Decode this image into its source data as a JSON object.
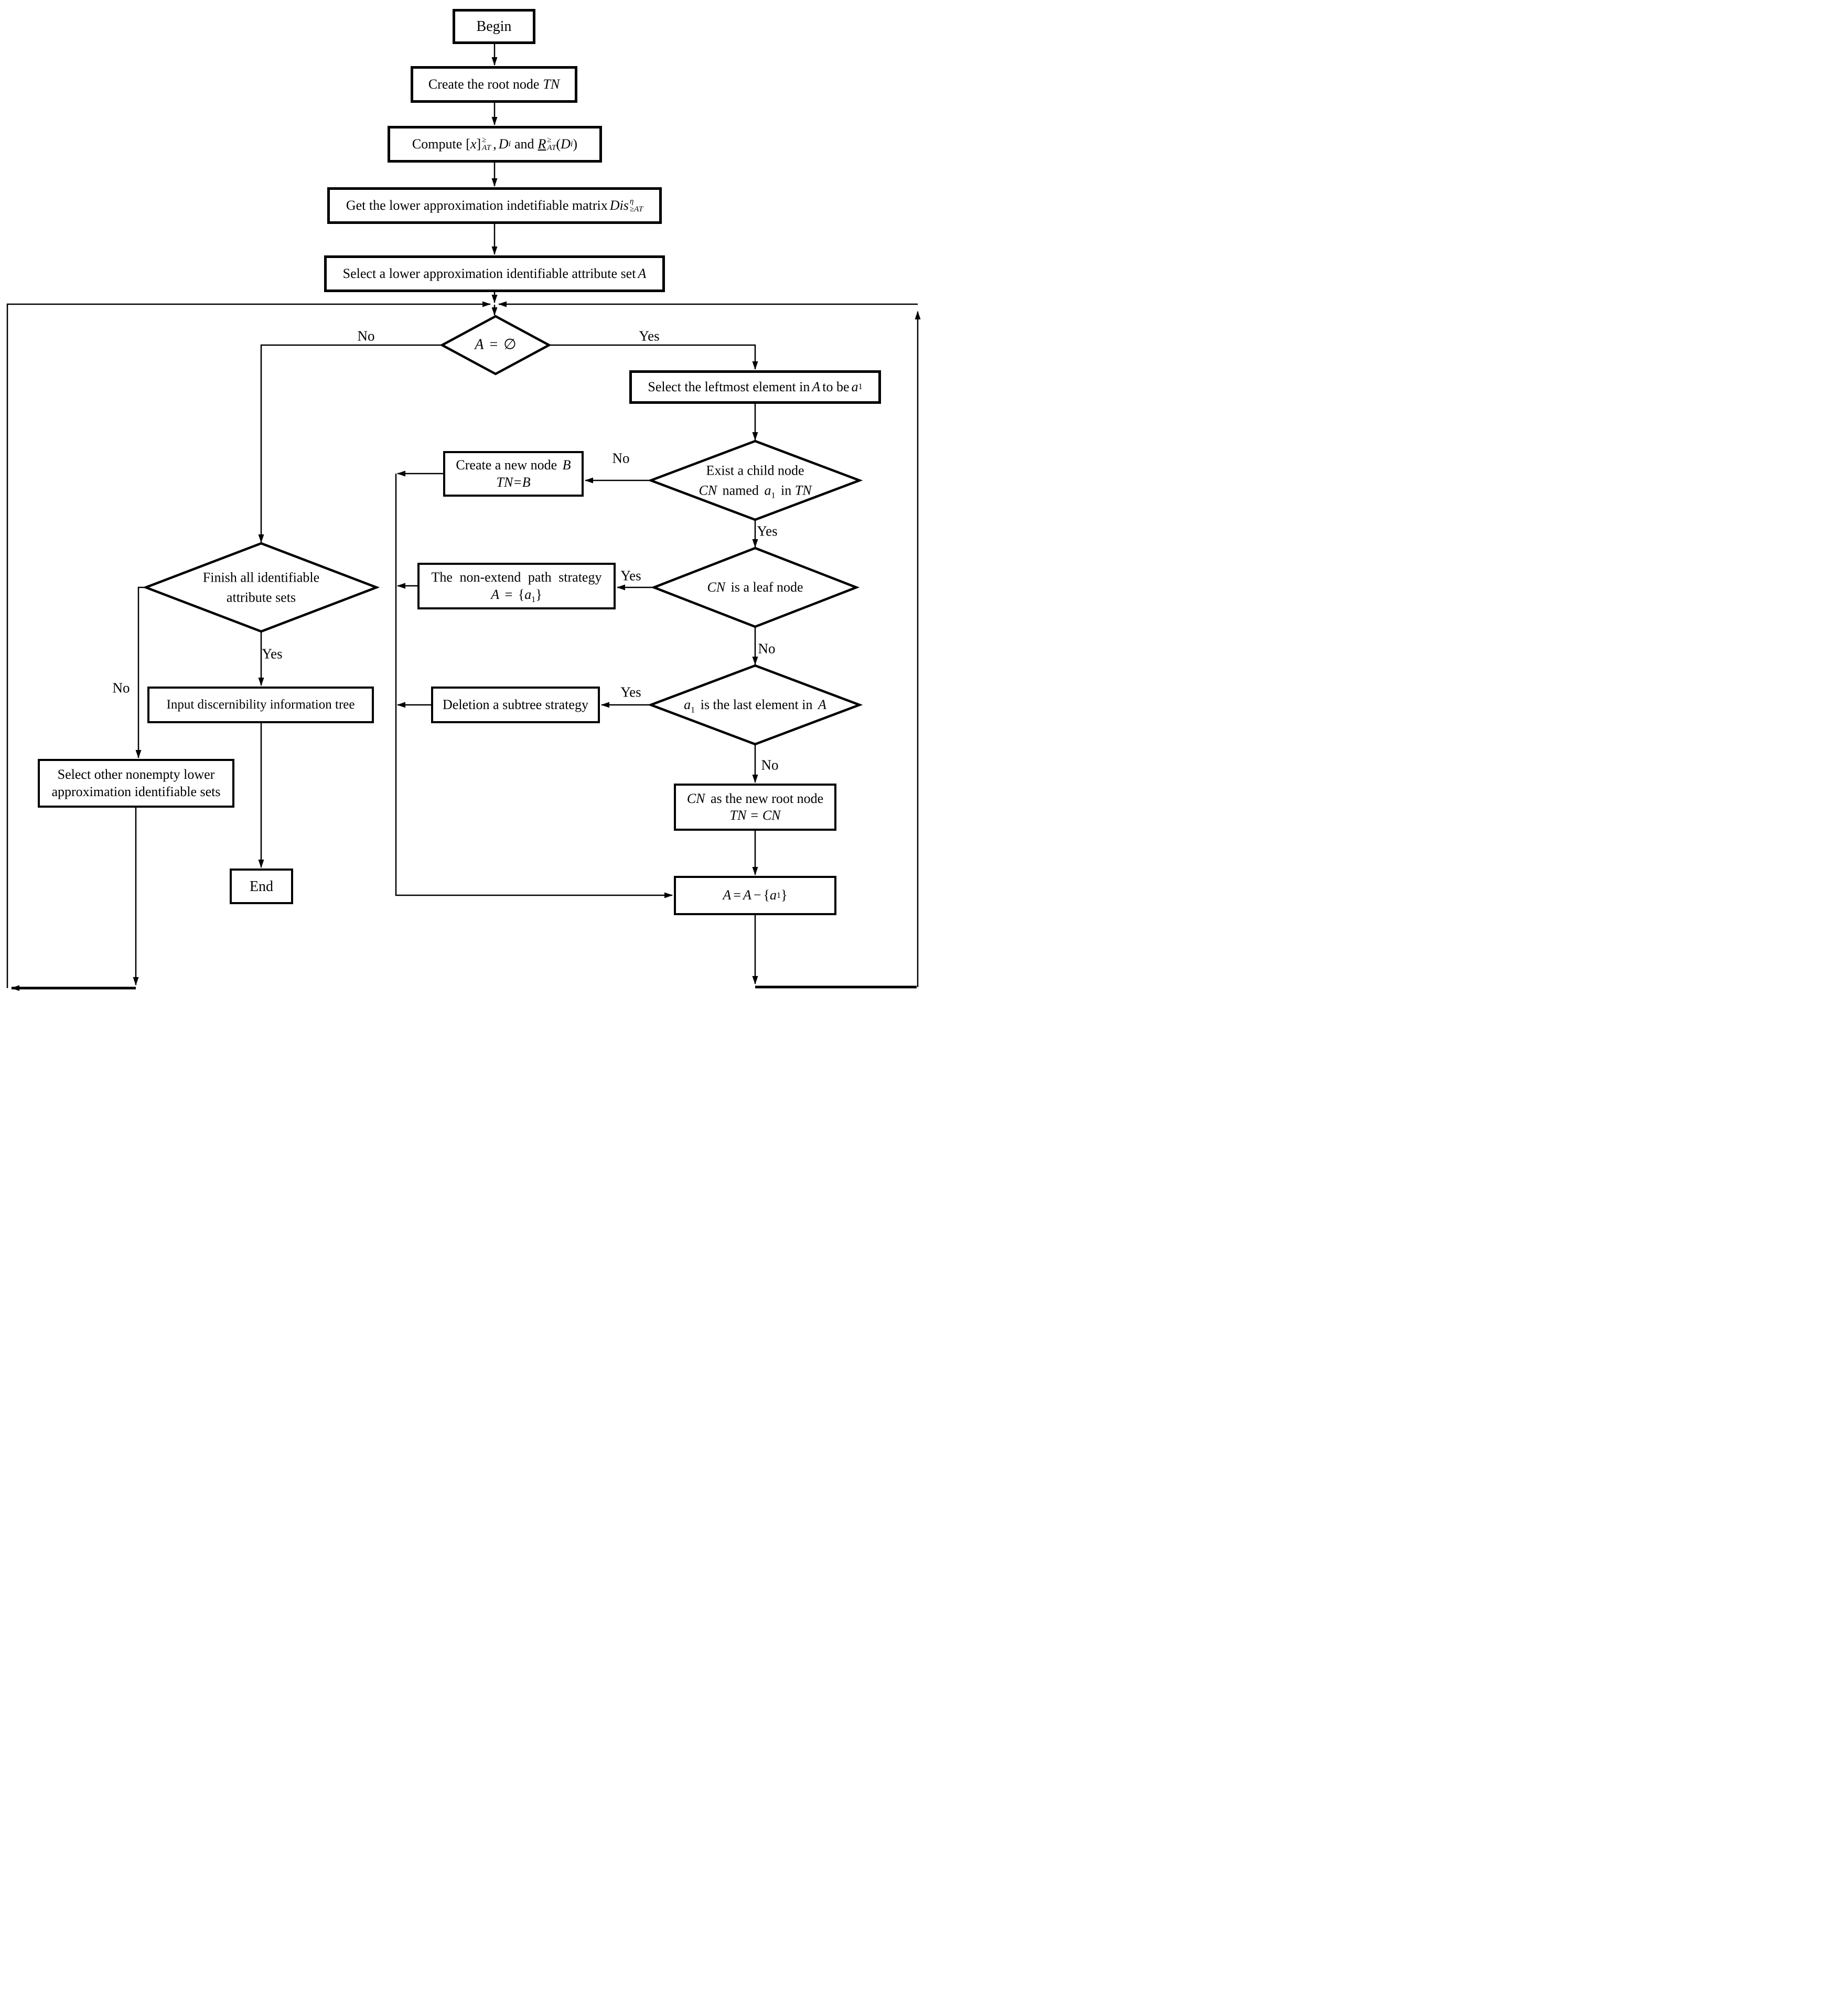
{
  "figure": {
    "background": "#ffffff",
    "line_color": "#000000"
  },
  "nodes": {
    "begin": {
      "label": "Begin"
    },
    "create_root": {
      "text": "Create the root node",
      "var": "TN"
    },
    "compute": {
      "w": "Compute",
      "b1": "[",
      "x": "x",
      "b2": "]",
      "sup": "≥",
      "sub": "AT",
      "comma": ",",
      "d": "D",
      "dsub": "i",
      "and": "and",
      "r": "R",
      "rsup": "≥",
      "rsub": "AT",
      "p1": "(",
      "d2": "D",
      "d2sub": "i",
      "p2": ")"
    },
    "get_matrix": {
      "text": "Get the lower approximation indetifiable matrix",
      "dis": "Dis",
      "sup": "η",
      "sub": "≥AT"
    },
    "select_attr": {
      "text": "Select a lower approximation identifiable attribute set",
      "var": "A"
    },
    "empty_diamond": {
      "a": "A",
      "eq": "=",
      "empty": "∅"
    },
    "select_leftmost": {
      "t1": "Select the leftmost element in",
      "a": "A",
      "t2": "to be",
      "v": "a",
      "vsub": "1"
    },
    "exist_diamond": {
      "l1": "Exist a child node",
      "cn": "CN",
      "named": "named",
      "v": "a",
      "vsub": "1",
      "inw": "in",
      "tn": "TN"
    },
    "create_b": {
      "t1": "Create a new node",
      "b": "B",
      "l2": "TN=B"
    },
    "leaf_diamond": {
      "cn": "CN",
      "rest": "is a leaf node"
    },
    "non_extend": {
      "l1": "The  non-extend  path  strategy",
      "a": "A",
      "eq": "=",
      "br1": "{",
      "v": "a",
      "vsub": "1",
      "br2": "}"
    },
    "last_diamond": {
      "v": "a",
      "vsub": "1",
      "rest": "is the last element in",
      "a": "A"
    },
    "deletion": {
      "label": "Deletion a subtree strategy"
    },
    "cn_root": {
      "cn": "CN",
      "rest": "as the new root node",
      "l2": "TN = CN"
    },
    "a_minus": {
      "a1": "A",
      "eq": "=",
      "a2": "A",
      "minus": "−",
      "br1": "{",
      "v": "a",
      "vsub": "1",
      "br2": "}"
    },
    "finish_diamond": {
      "l1": "Finish all identifiable",
      "l2": "attribute sets"
    },
    "input_tree": {
      "label": "Input discernibility information tree"
    },
    "select_other": {
      "l1": "Select other nonempty lower",
      "l2": "approximation identifiable sets"
    },
    "end": {
      "label": "End"
    }
  },
  "labels": {
    "no_empty": "No",
    "yes_empty": "Yes",
    "no_exist": "No",
    "yes_exist": "Yes",
    "yes_leaf": "Yes",
    "no_leaf": "No",
    "yes_last": "Yes",
    "no_last": "No",
    "yes_finish": "Yes",
    "no_finish": "No"
  }
}
